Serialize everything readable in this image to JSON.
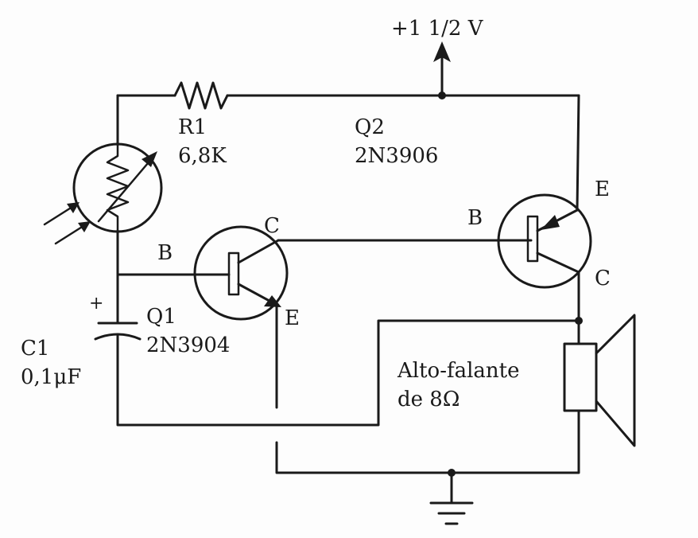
{
  "supply": {
    "label": "+1 1/2 V"
  },
  "r1": {
    "name": "R1",
    "value": "6,8K"
  },
  "q1": {
    "name": "Q1",
    "part": "2N3904",
    "pin_b": "B",
    "pin_c": "C",
    "pin_e": "E"
  },
  "q2": {
    "name": "Q2",
    "part": "2N3906",
    "pin_b": "B",
    "pin_c": "C",
    "pin_e": "E"
  },
  "c1": {
    "name": "C1",
    "value": "0,1μF",
    "polarity": "+"
  },
  "speaker": {
    "line1": "Alto-falante",
    "line2": "de 8Ω"
  }
}
